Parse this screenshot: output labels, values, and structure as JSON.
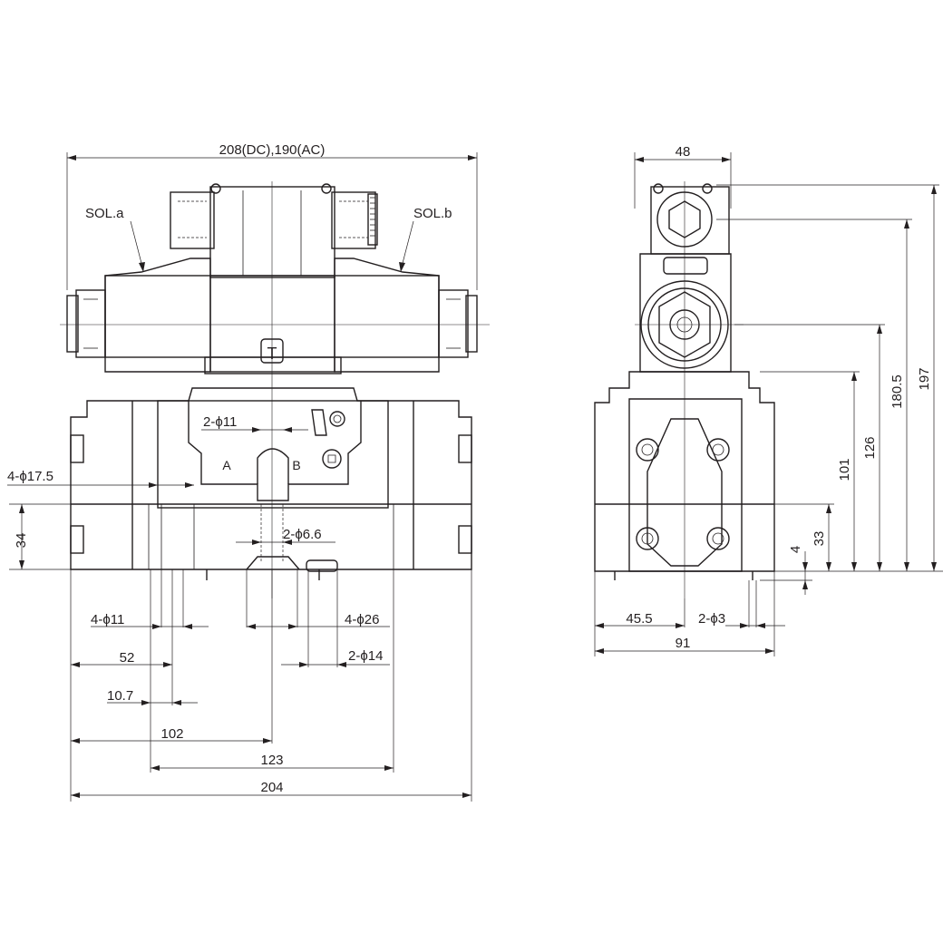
{
  "colors": {
    "ink": "#231f20",
    "background": "#ffffff"
  },
  "labels": {
    "sol_a": "SOL.a",
    "sol_b": "SOL.b",
    "port_a": "A",
    "port_b": "B",
    "port_t": "T"
  },
  "dimensions": {
    "overall_width_top": "208(DC),190(AC)",
    "side_width_top": "48",
    "dia_2_11": "2-ϕ11",
    "dia_4_17_5": "4-ϕ17.5",
    "dia_2_6_6": "2-ϕ6.6",
    "height_34": "34",
    "dia_4_11": "4-ϕ11",
    "dia_4_26": "4-ϕ26",
    "len_52": "52",
    "dia_2_14": "2-ϕ14",
    "len_10_7": "10.7",
    "len_102": "102",
    "len_123": "123",
    "len_204": "204",
    "side_45_5": "45.5",
    "side_dia_2_3": "2-ϕ3",
    "side_91": "91",
    "side_4": "4",
    "side_33": "33",
    "side_101": "101",
    "side_126": "126",
    "side_180_5": "180.5",
    "side_197": "197"
  }
}
